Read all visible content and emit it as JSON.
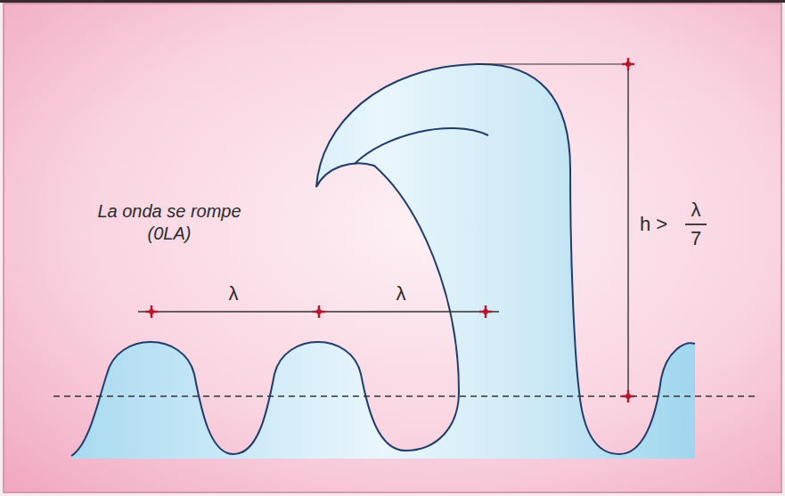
{
  "diagram": {
    "labels": [
      "La onda se rompe (0LA)",
      "λ",
      "λ",
      "h >",
      "λ",
      "7"
    ]
  }
}
